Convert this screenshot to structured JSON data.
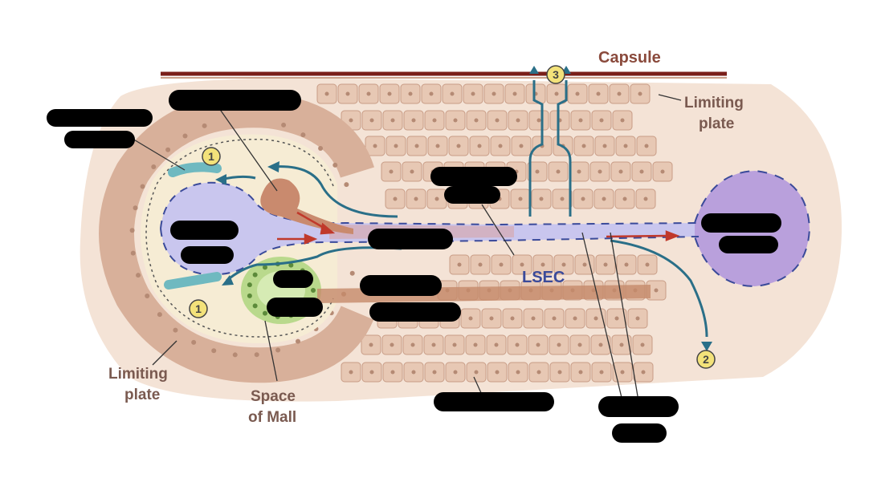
{
  "labels": {
    "capsule": "Capsule",
    "limiting_plate_right_1": "Limiting",
    "limiting_plate_right_2": "plate",
    "limiting_plate_left_1": "Limiting",
    "limiting_plate_left_2": "plate",
    "space_of_mall_1": "Space",
    "space_of_mall_2": "of Mall",
    "lsec": "LSEC"
  },
  "markers": {
    "m1_top": "1",
    "m1_bottom": "1",
    "m2": "2",
    "m3": "3"
  },
  "colors": {
    "capsule_line": "#7a1f1a",
    "hepatocyte": "#e7c8b4",
    "hepatocyte_border": "#c89c86",
    "space_of_mall": "#f6ecd4",
    "portal_vein": "#c9c6ee",
    "central_vein": "#b9a0dc",
    "lymph_arrow": "#2a6f88",
    "blood_arrow": "#c0392b",
    "bile_duct": "#b9d98c",
    "hepatic_artery": "#c98a6e",
    "marker_fill": "#f3e27a"
  }
}
